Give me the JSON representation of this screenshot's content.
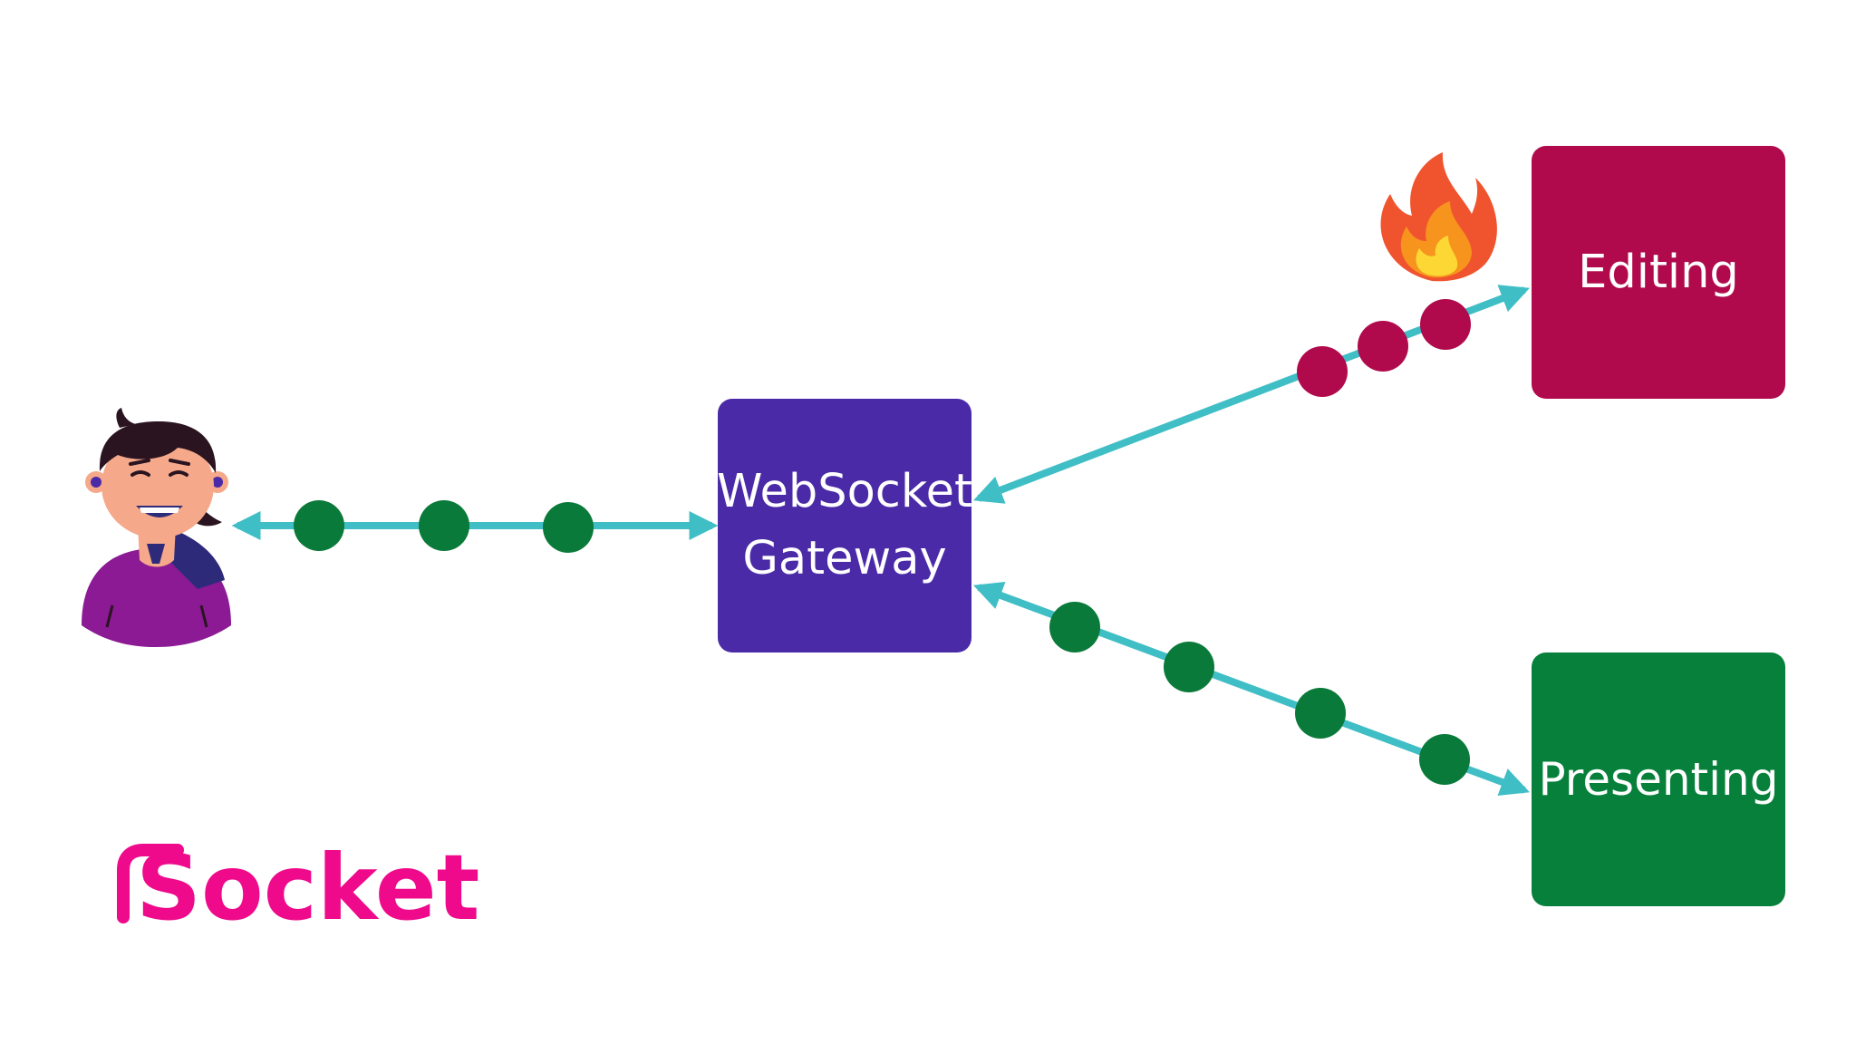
{
  "colors": {
    "arrow": "#40BEC6",
    "dot_green": "#0A7A3A",
    "dot_red": "#B00A4C",
    "gateway_fill": "#4B2AA7",
    "editing_fill": "#B00A4C",
    "presenting_fill": "#06803A",
    "logo": "#EE0A8B",
    "avatar_shirt": "#8B1A94",
    "avatar_skin": "#F5A98A",
    "avatar_hair": "#2A1420"
  },
  "nodes": {
    "gateway": {
      "label": "WebSocket\nGateway"
    },
    "editing": {
      "label": "Editing"
    },
    "presenting": {
      "label": "Presenting"
    }
  },
  "icons": {
    "user": "user-avatar-icon",
    "fire": "fire-icon",
    "logo": "socket-logo-icon"
  },
  "logo": {
    "text": "Socket"
  }
}
